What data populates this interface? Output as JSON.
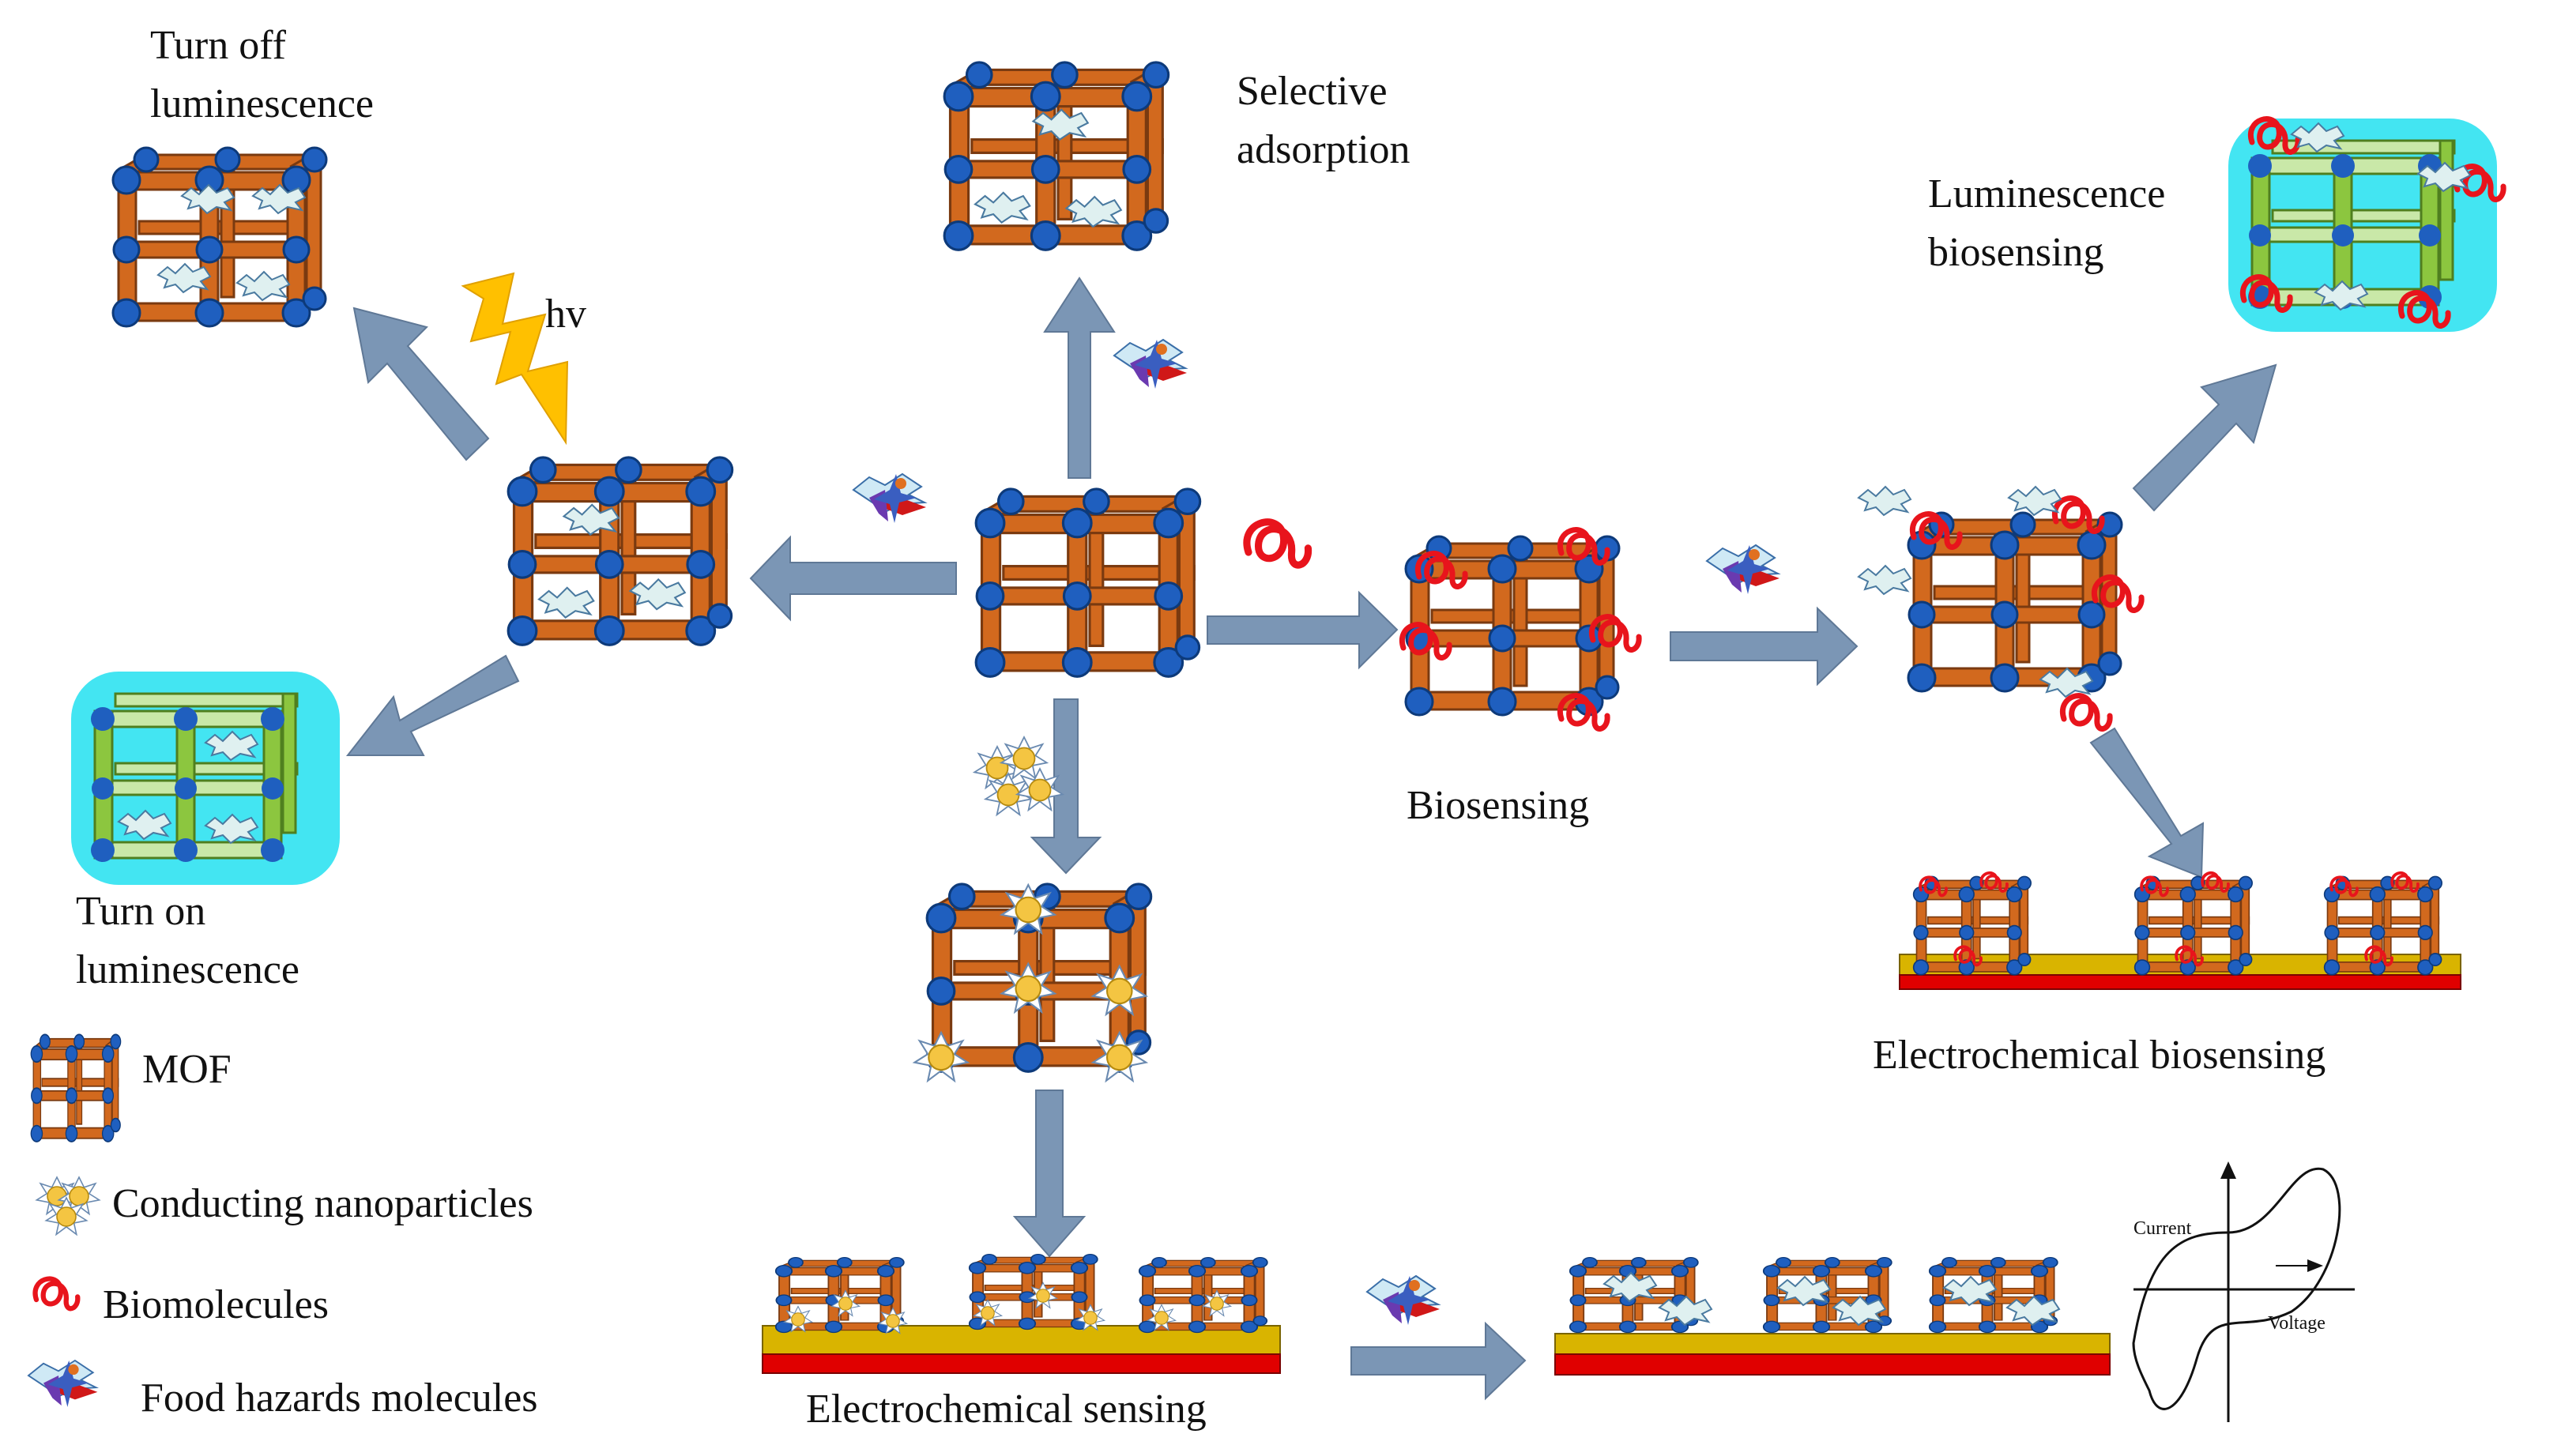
{
  "labels": {
    "turn_off_1": "Turn off",
    "turn_off_2": "luminescence",
    "selective_1": "Selective",
    "selective_2": "adsorption",
    "lum_bio_1": "Luminescence",
    "lum_bio_2": "biosensing",
    "hv": "hv",
    "biosensing": "Biosensing",
    "turn_on_1": "Turn on",
    "turn_on_2": "luminescence",
    "electrochem_bio": "Electrochemical biosensing",
    "electrochem_sensing": "Electrochemical sensing",
    "cv_current": "Current",
    "cv_voltage": "Voltage"
  },
  "legend": {
    "mof": "MOF",
    "nanoparticles": "Conducting nanoparticles",
    "biomolecules": "Biomolecules",
    "hazards": "Food hazards molecules"
  },
  "colors": {
    "mof_bar": "#d2691e",
    "mof_node": "#1f5fbf",
    "arrow": "#7b96b5",
    "glow": "#22e0f0",
    "green_bar": "#8cc63f",
    "nanoparticle": "#f4c542",
    "biomolecule": "#e8141c",
    "electrode_top": "#d9b400",
    "electrode_bottom": "#e00000",
    "lightning": "#ffc000"
  }
}
